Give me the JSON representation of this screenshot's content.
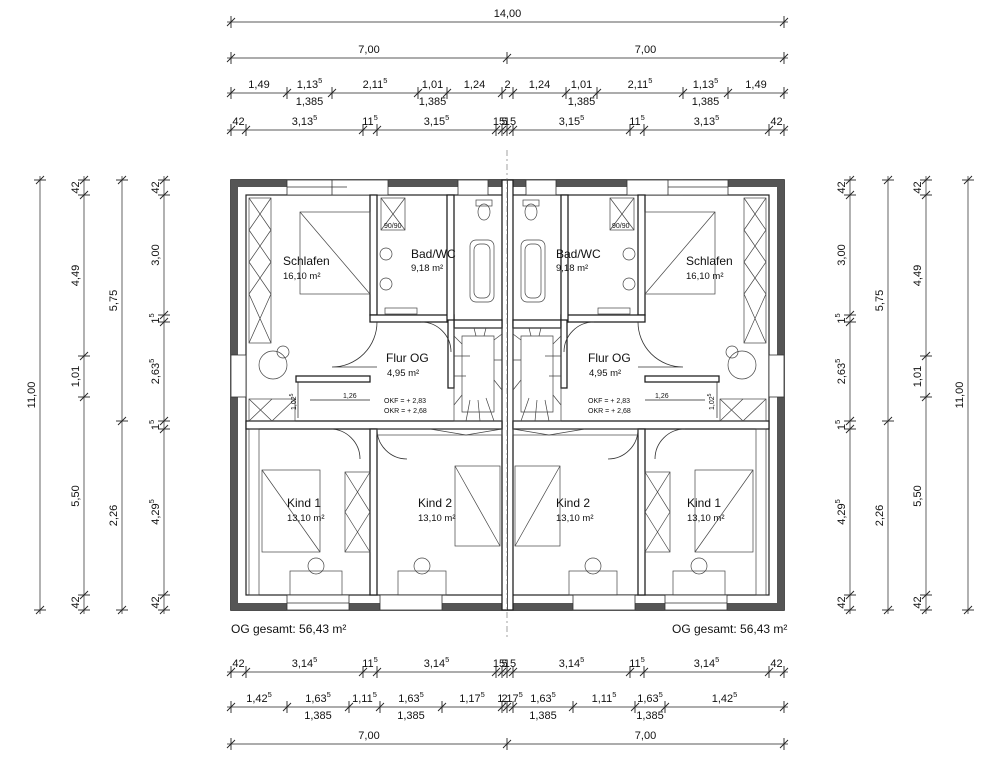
{
  "dims_top": {
    "overall": "14,00",
    "halves": [
      "7,00",
      "7,00"
    ],
    "row3": [
      {
        "t": "1,49"
      },
      {
        "t": "1,13",
        "s": "5",
        "sub": "1,385"
      },
      {
        "t": "2,11",
        "s": "5"
      },
      {
        "t": "1,01",
        "sub": "1,385"
      },
      {
        "t": "1,24"
      },
      {
        "t": "2"
      },
      {
        "t": "1,24"
      },
      {
        "t": "1,01",
        "sub": "1,385"
      },
      {
        "t": "2,11",
        "s": "5"
      },
      {
        "t": "1,13",
        "s": "5",
        "sub": "1,385"
      },
      {
        "t": "1,49"
      }
    ],
    "row4": [
      {
        "t": "42"
      },
      {
        "t": "3,13",
        "s": "5"
      },
      {
        "t": "11",
        "s": "5"
      },
      {
        "t": "3,15",
        "s": "5"
      },
      {
        "t": "15"
      },
      {
        "t": "5"
      },
      {
        "t": "15"
      },
      {
        "t": "3,15",
        "s": "5"
      },
      {
        "t": "11",
        "s": "5"
      },
      {
        "t": "3,13",
        "s": "5"
      },
      {
        "t": "42"
      }
    ]
  },
  "dims_bottom": {
    "row1": [
      {
        "t": "42"
      },
      {
        "t": "3,14",
        "s": "5"
      },
      {
        "t": "11",
        "s": "5"
      },
      {
        "t": "3,14",
        "s": "5"
      },
      {
        "t": "15"
      },
      {
        "t": "5"
      },
      {
        "t": "15"
      },
      {
        "t": "3,14",
        "s": "5"
      },
      {
        "t": "11",
        "s": "5"
      },
      {
        "t": "3,14",
        "s": "5"
      },
      {
        "t": "42"
      }
    ],
    "row2": [
      {
        "t": "1,42",
        "s": "5"
      },
      {
        "t": "1,63",
        "s": "5",
        "sub": "1,385"
      },
      {
        "t": "1,11",
        "s": "5"
      },
      {
        "t": "1,63",
        "s": "5",
        "sub": "1,385"
      },
      {
        "t": "1,17",
        "s": "5"
      },
      {
        "t": "2"
      },
      {
        "t": "1,17",
        "s": "5"
      },
      {
        "t": "1,63",
        "s": "5",
        "sub": "1,385"
      },
      {
        "t": "1,11",
        "s": "5"
      },
      {
        "t": "1,63",
        "s": "5",
        "sub": "1,385"
      },
      {
        "t": "1,42",
        "s": "5"
      }
    ],
    "halves": [
      "7,00",
      "7,00"
    ]
  },
  "dims_side": {
    "overall": "11,00",
    "col2": [
      {
        "t": "42"
      },
      {
        "t": "4,49"
      },
      {
        "t": "1,01"
      },
      {
        "t": "5,50"
      },
      {
        "t": "42"
      }
    ],
    "col3": [
      {
        "t": "5,75"
      },
      {
        "t": "2,26"
      }
    ],
    "col4": [
      {
        "t": "42"
      },
      {
        "t": "3,00"
      },
      {
        "t": "1",
        "s": "5"
      },
      {
        "t": "2,63",
        "s": "5"
      },
      {
        "t": "1",
        "s": "5"
      },
      {
        "t": "4,29",
        "s": "5"
      },
      {
        "t": "42"
      }
    ]
  },
  "rooms": {
    "schlafen": {
      "name": "Schlafen",
      "area": "16,10 m²"
    },
    "bad": {
      "name": "Bad/WC",
      "area": "9,18 m²"
    },
    "flur": {
      "name": "Flur OG",
      "area": "4,95 m²"
    },
    "kind1": {
      "name": "Kind 1",
      "area": "13,10 m²"
    },
    "kind2": {
      "name": "Kind 2",
      "area": "13,10 m²"
    }
  },
  "notes": {
    "shower": "90/90",
    "okf": "OKF = + 2,83",
    "okr": "OKR = + 2,68",
    "stair_w": "1,26",
    "stair_h": "1,02",
    "stair_h_sup": "5",
    "total_left": "OG gesamt: 56,43 m²",
    "total_right": "OG gesamt: 56,43 m²"
  }
}
